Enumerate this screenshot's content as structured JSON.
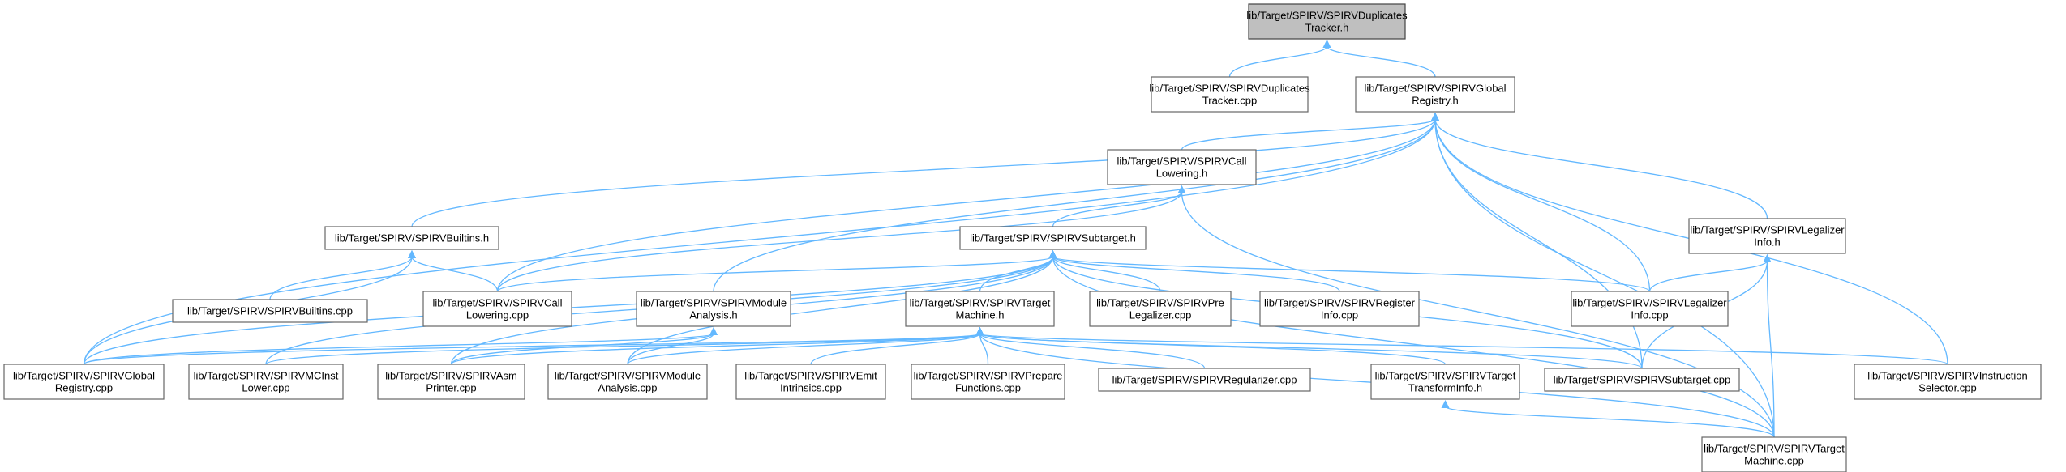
{
  "nodes": [
    {
      "id": "dup_h",
      "lines": [
        "lib/Target/SPIRV/SPIRVDuplicates",
        "Tracker.h"
      ],
      "root": true
    },
    {
      "id": "dup_cpp",
      "lines": [
        "lib/Target/SPIRV/SPIRVDuplicates",
        "Tracker.cpp"
      ]
    },
    {
      "id": "greg_h",
      "lines": [
        "lib/Target/SPIRV/SPIRVGlobal",
        "Registry.h"
      ]
    },
    {
      "id": "call_h",
      "lines": [
        "lib/Target/SPIRV/SPIRVCall",
        "Lowering.h"
      ]
    },
    {
      "id": "builtins_h",
      "lines": [
        "lib/Target/SPIRV/SPIRVBuiltins.h"
      ]
    },
    {
      "id": "subtarget_h",
      "lines": [
        "lib/Target/SPIRV/SPIRVSubtarget.h"
      ]
    },
    {
      "id": "legalizer_h",
      "lines": [
        "lib/Target/SPIRV/SPIRVLegalizer",
        "Info.h"
      ]
    },
    {
      "id": "builtins_cpp",
      "lines": [
        "lib/Target/SPIRV/SPIRVBuiltins.cpp"
      ]
    },
    {
      "id": "call_cpp",
      "lines": [
        "lib/Target/SPIRV/SPIRVCall",
        "Lowering.cpp"
      ]
    },
    {
      "id": "module_h",
      "lines": [
        "lib/Target/SPIRV/SPIRVModule",
        "Analysis.h"
      ]
    },
    {
      "id": "tm_h",
      "lines": [
        "lib/Target/SPIRV/SPIRVTarget",
        "Machine.h"
      ]
    },
    {
      "id": "prelegalizer_cpp",
      "lines": [
        "lib/Target/SPIRV/SPIRVPre",
        "Legalizer.cpp"
      ]
    },
    {
      "id": "reginfo_cpp",
      "lines": [
        "lib/Target/SPIRV/SPIRVRegister",
        "Info.cpp"
      ]
    },
    {
      "id": "legalizer_cpp",
      "lines": [
        "lib/Target/SPIRV/SPIRVLegalizer",
        "Info.cpp"
      ]
    },
    {
      "id": "greg_cpp",
      "lines": [
        "lib/Target/SPIRV/SPIRVGlobal",
        "Registry.cpp"
      ]
    },
    {
      "id": "mcinst_cpp",
      "lines": [
        "lib/Target/SPIRV/SPIRVMCInst",
        "Lower.cpp"
      ]
    },
    {
      "id": "asm_cpp",
      "lines": [
        "lib/Target/SPIRV/SPIRVAsm",
        "Printer.cpp"
      ]
    },
    {
      "id": "module_cpp",
      "lines": [
        "lib/Target/SPIRV/SPIRVModule",
        "Analysis.cpp"
      ]
    },
    {
      "id": "emit_cpp",
      "lines": [
        "lib/Target/SPIRV/SPIRVEmit",
        "Intrinsics.cpp"
      ]
    },
    {
      "id": "prepare_cpp",
      "lines": [
        "lib/Target/SPIRV/SPIRVPrepare",
        "Functions.cpp"
      ]
    },
    {
      "id": "regularizer_cpp",
      "lines": [
        "lib/Target/SPIRV/SPIRVRegularizer.cpp"
      ]
    },
    {
      "id": "tti_h",
      "lines": [
        "lib/Target/SPIRV/SPIRVTarget",
        "TransformInfo.h"
      ]
    },
    {
      "id": "subtarget_cpp",
      "lines": [
        "lib/Target/SPIRV/SPIRVSubtarget.cpp"
      ]
    },
    {
      "id": "isel_cpp",
      "lines": [
        "lib/Target/SPIRV/SPIRVInstruction",
        "Selector.cpp"
      ]
    },
    {
      "id": "tm_cpp",
      "lines": [
        "lib/Target/SPIRV/SPIRVTarget",
        "Machine.cpp"
      ]
    }
  ],
  "edges": [
    [
      "dup_cpp",
      "dup_h"
    ],
    [
      "greg_h",
      "dup_h"
    ],
    [
      "call_h",
      "greg_h"
    ],
    [
      "builtins_h",
      "greg_h"
    ],
    [
      "greg_cpp",
      "greg_h"
    ],
    [
      "call_cpp",
      "greg_h"
    ],
    [
      "module_h",
      "greg_h"
    ],
    [
      "subtarget_cpp",
      "greg_h"
    ],
    [
      "legalizer_h",
      "greg_h"
    ],
    [
      "legalizer_cpp",
      "greg_h"
    ],
    [
      "isel_cpp",
      "greg_h"
    ],
    [
      "tm_cpp",
      "greg_h"
    ],
    [
      "subtarget_h",
      "call_h"
    ],
    [
      "call_cpp",
      "call_h"
    ],
    [
      "tm_cpp",
      "call_h"
    ],
    [
      "builtins_cpp",
      "builtins_h"
    ],
    [
      "call_cpp",
      "builtins_h"
    ],
    [
      "greg_cpp",
      "builtins_h"
    ],
    [
      "call_cpp",
      "subtarget_h"
    ],
    [
      "tm_h",
      "subtarget_h"
    ],
    [
      "prelegalizer_cpp",
      "subtarget_h"
    ],
    [
      "reginfo_cpp",
      "subtarget_h"
    ],
    [
      "legalizer_cpp",
      "subtarget_h"
    ],
    [
      "greg_cpp",
      "subtarget_h"
    ],
    [
      "mcinst_cpp",
      "subtarget_h"
    ],
    [
      "asm_cpp",
      "subtarget_h"
    ],
    [
      "module_cpp",
      "subtarget_h"
    ],
    [
      "subtarget_cpp",
      "subtarget_h"
    ],
    [
      "tm_cpp",
      "subtarget_h"
    ],
    [
      "legalizer_cpp",
      "legalizer_h"
    ],
    [
      "subtarget_cpp",
      "legalizer_h"
    ],
    [
      "tm_cpp",
      "legalizer_h"
    ],
    [
      "greg_cpp",
      "module_h"
    ],
    [
      "asm_cpp",
      "module_h"
    ],
    [
      "module_cpp",
      "module_h"
    ],
    [
      "greg_cpp",
      "tm_h"
    ],
    [
      "mcinst_cpp",
      "tm_h"
    ],
    [
      "asm_cpp",
      "tm_h"
    ],
    [
      "module_cpp",
      "tm_h"
    ],
    [
      "emit_cpp",
      "tm_h"
    ],
    [
      "prepare_cpp",
      "tm_h"
    ],
    [
      "regularizer_cpp",
      "tm_h"
    ],
    [
      "tti_h",
      "tm_h"
    ],
    [
      "subtarget_cpp",
      "tm_h"
    ],
    [
      "isel_cpp",
      "tm_h"
    ],
    [
      "tm_cpp",
      "tm_h"
    ],
    [
      "tm_cpp",
      "tti_h"
    ]
  ],
  "colors": {
    "edge": "#63b8ff",
    "root_fill": "#bfbfbf",
    "node_stroke": "#666666"
  }
}
